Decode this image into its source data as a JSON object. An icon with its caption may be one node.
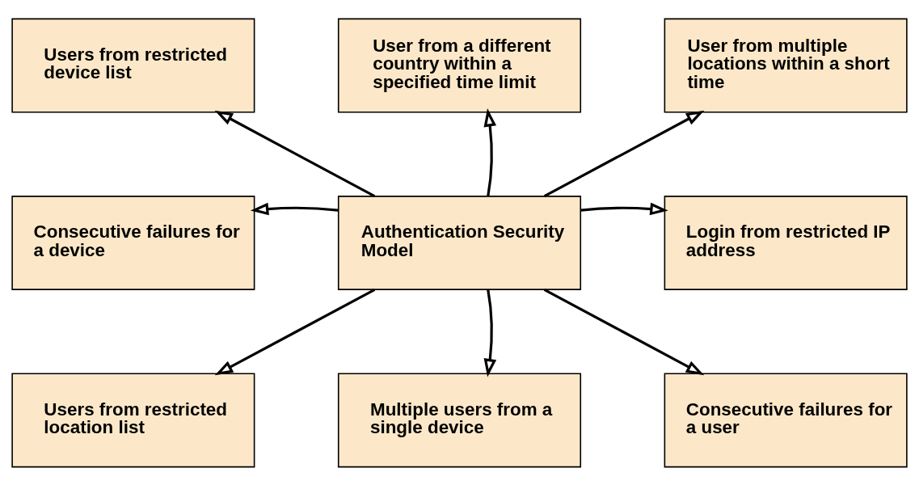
{
  "diagram": {
    "nodes": [
      {
        "text": [
          "Users from restricted device list"
        ]
      },
      {
        "text": [
          "User from a different country within a specified time limit"
        ]
      },
      {
        "text": [
          "User from multiple locations within a short time"
        ]
      },
      {
        "text": [
          "Consecutive failures for a device"
        ]
      },
      {
        "text": [
          "Authentication Security Model"
        ]
      },
      {
        "text": [
          "Login from restricted IP address"
        ]
      },
      {
        "text": [
          "Users from restricted location list"
        ]
      },
      {
        "text": [
          "Multiple users from a single device"
        ]
      },
      {
        "text": [
          "Consecutive failures for a user"
        ]
      }
    ],
    "edges": [
      {
        "from": 4,
        "to": 0,
        "arrow": "to"
      },
      {
        "from": 4,
        "to": 1,
        "arrow": "to"
      },
      {
        "from": 4,
        "to": 2,
        "arrow": "to"
      },
      {
        "from": 4,
        "to": 3,
        "arrow": "to"
      },
      {
        "from": 4,
        "to": 5,
        "arrow": "to"
      },
      {
        "from": 4,
        "to": 6,
        "arrow": "to"
      },
      {
        "from": 4,
        "to": 7,
        "arrow": "to"
      },
      {
        "from": 4,
        "to": 8,
        "arrow": "to"
      }
    ]
  }
}
